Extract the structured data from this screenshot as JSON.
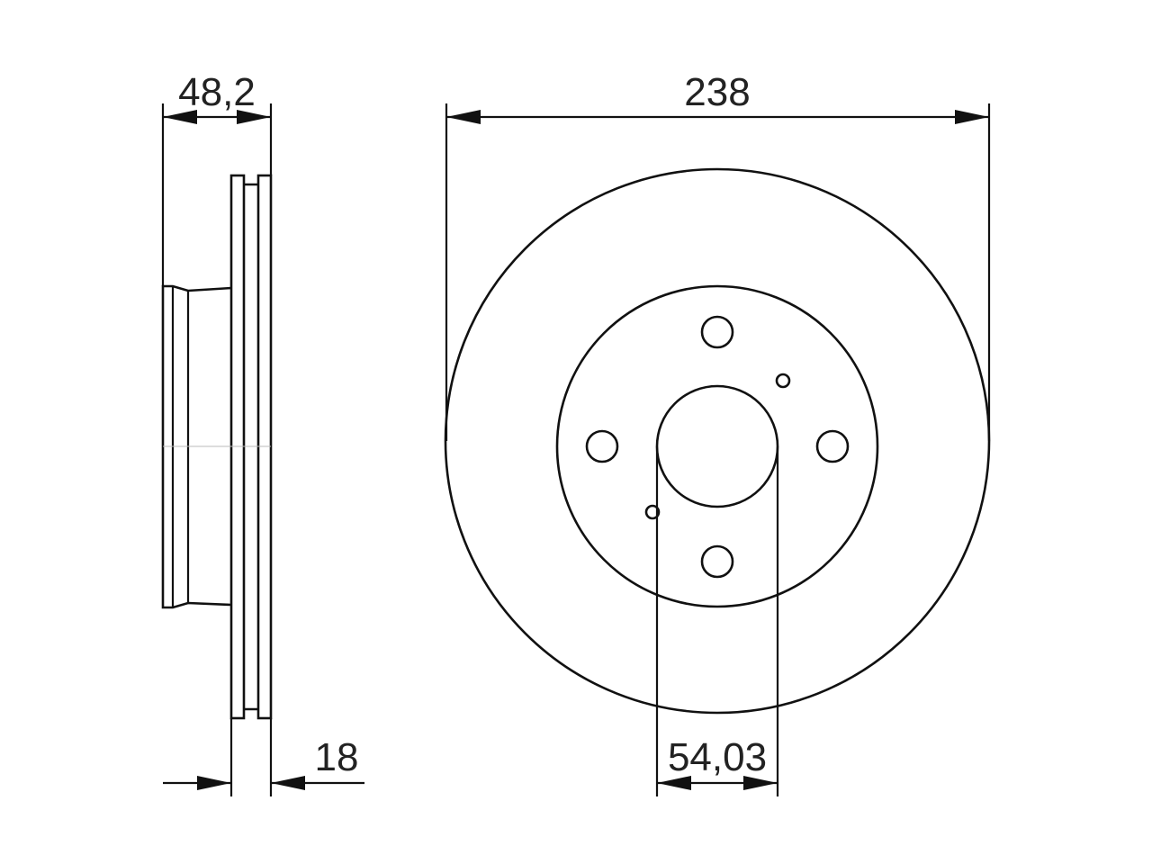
{
  "dimensions": {
    "hub_offset": "48,2",
    "disc_thickness": "18",
    "outer_diameter": "238",
    "center_bore": "54,03"
  },
  "colors": {
    "line": "#111111",
    "text": "#222222",
    "background": "#ffffff"
  }
}
